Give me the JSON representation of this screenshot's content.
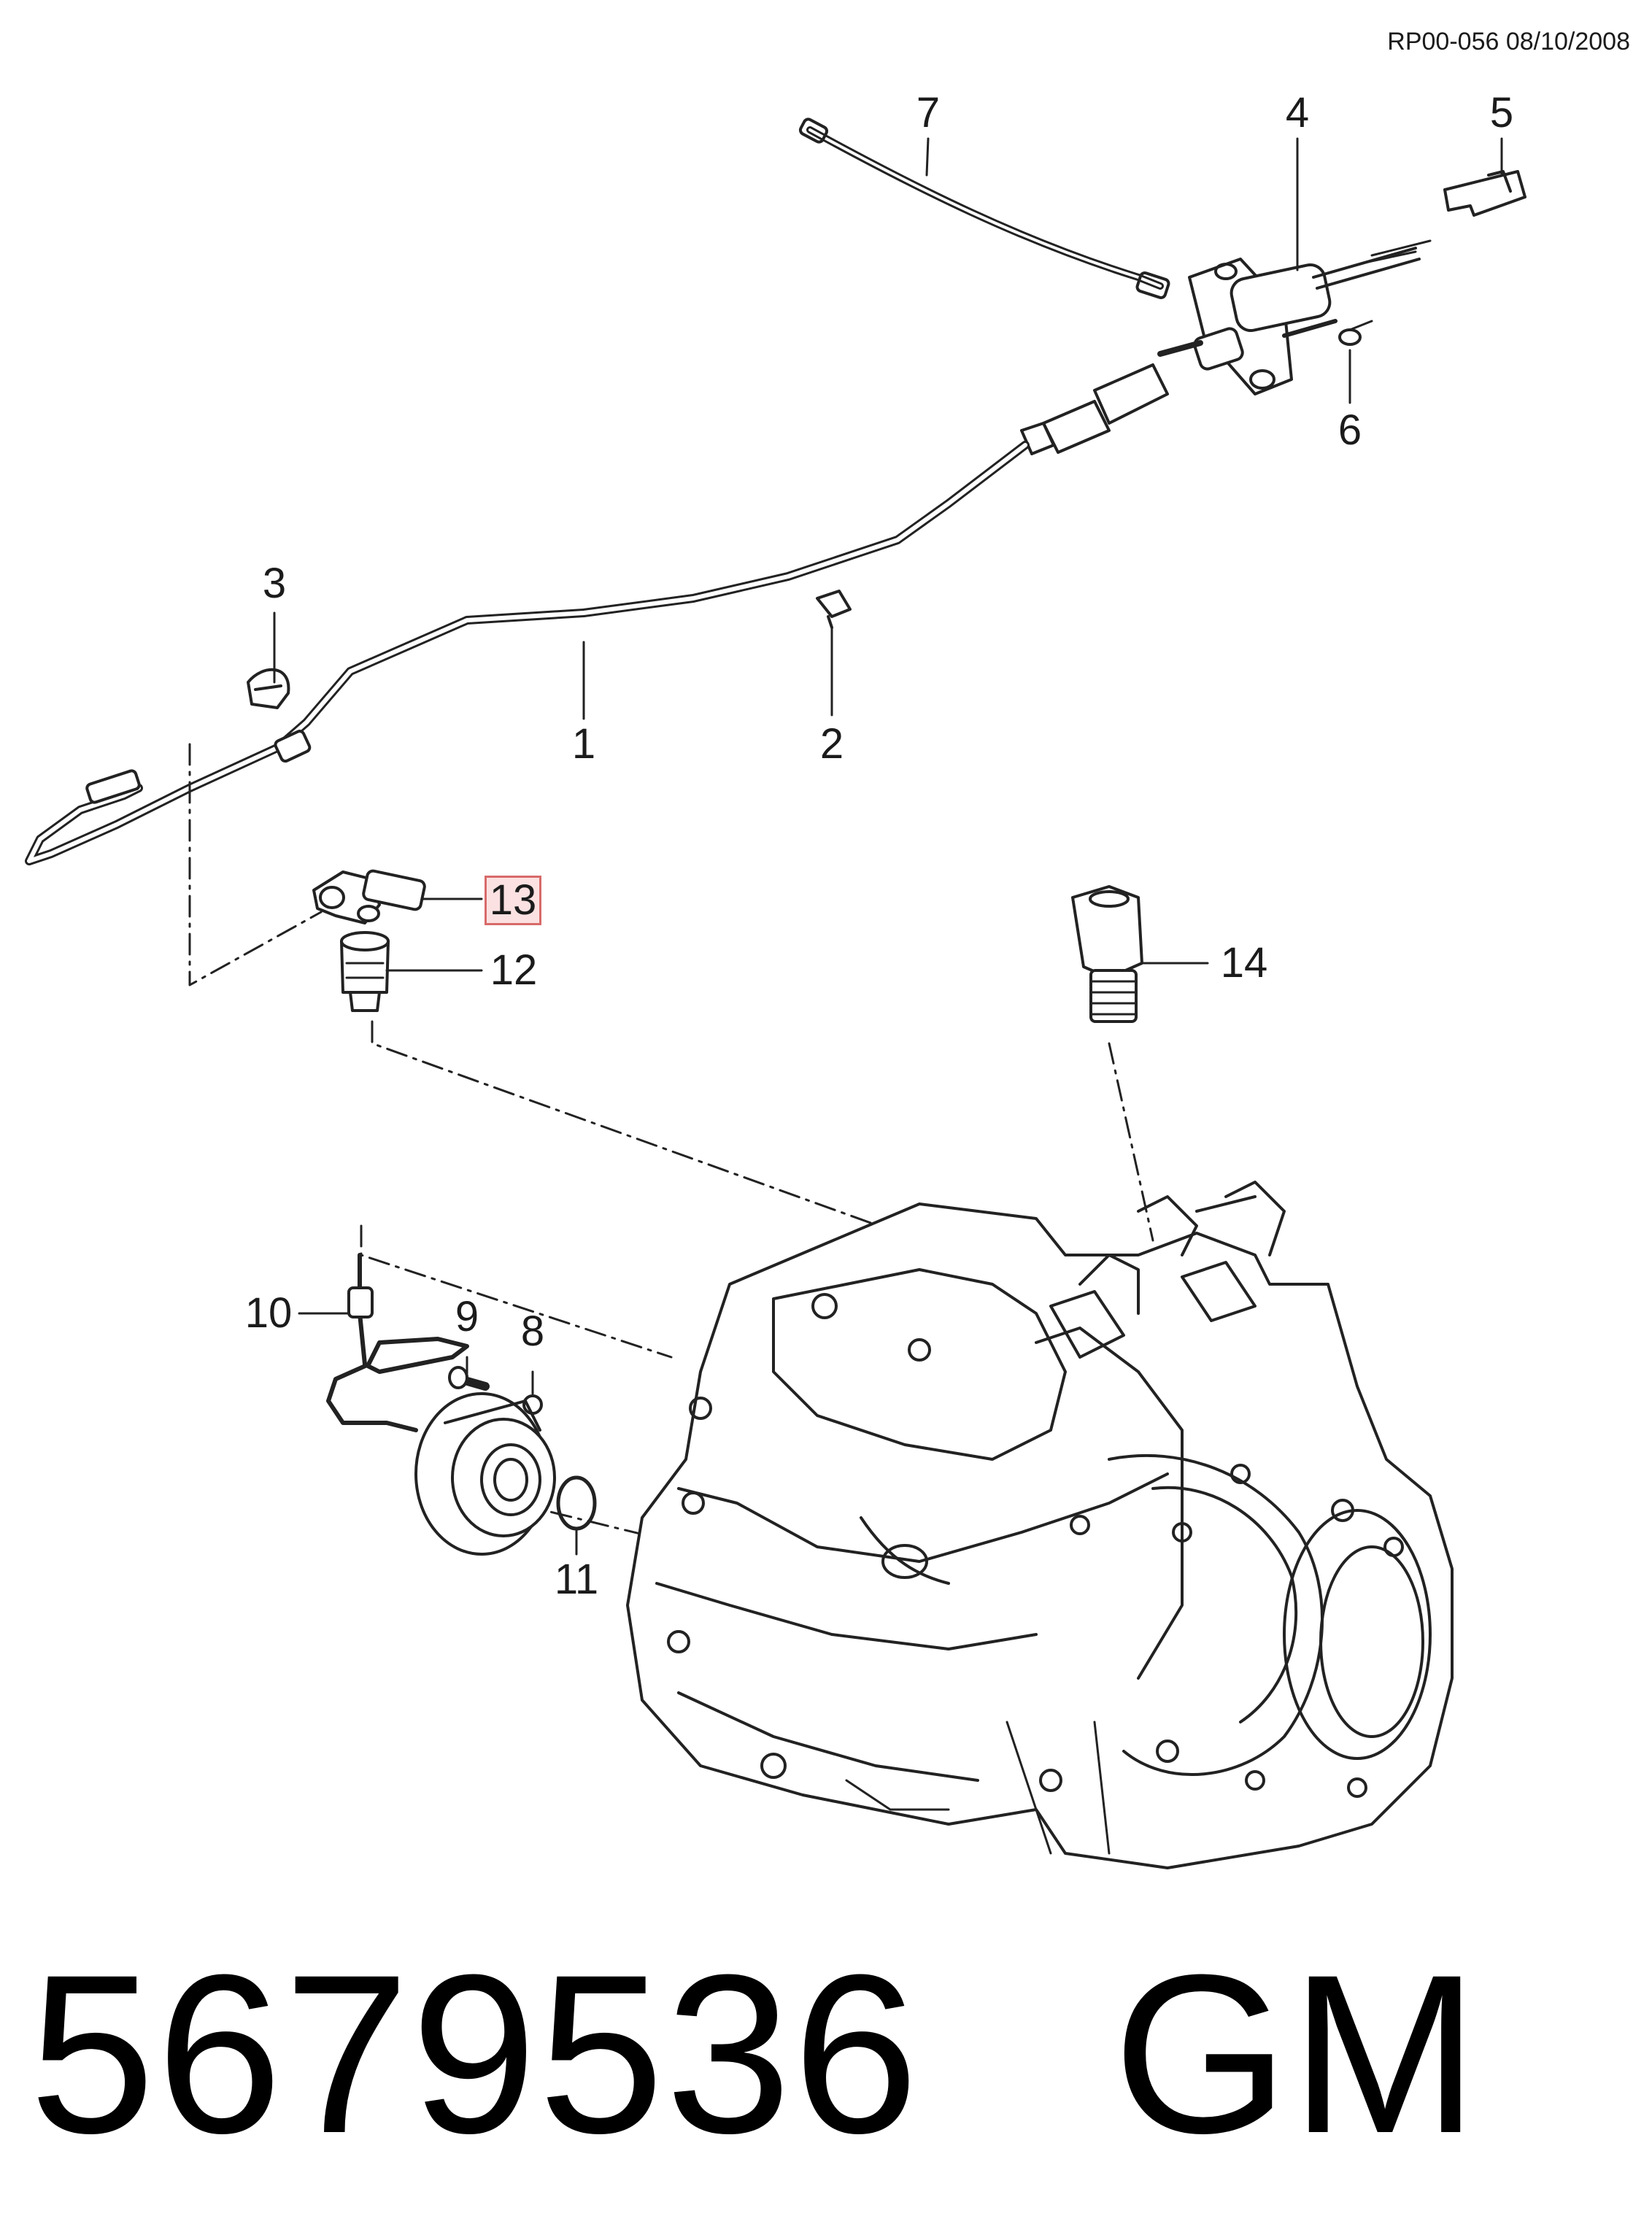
{
  "document": {
    "code": "RP00-056 08/10/2008"
  },
  "callouts": {
    "c1": "1",
    "c2": "2",
    "c3": "3",
    "c4": "4",
    "c5": "5",
    "c6": "6",
    "c7": "7",
    "c8": "8",
    "c9": "9",
    "c10": "10",
    "c11": "11",
    "c12": "12",
    "c13": "13",
    "c14": "14"
  },
  "highlighted_callout": "13",
  "footer": {
    "part_number": "5679536",
    "brand": "GM"
  },
  "colors": {
    "line": "#222222",
    "highlight_border": "#d86a6a",
    "highlight_fill": "#fbe1e1"
  }
}
